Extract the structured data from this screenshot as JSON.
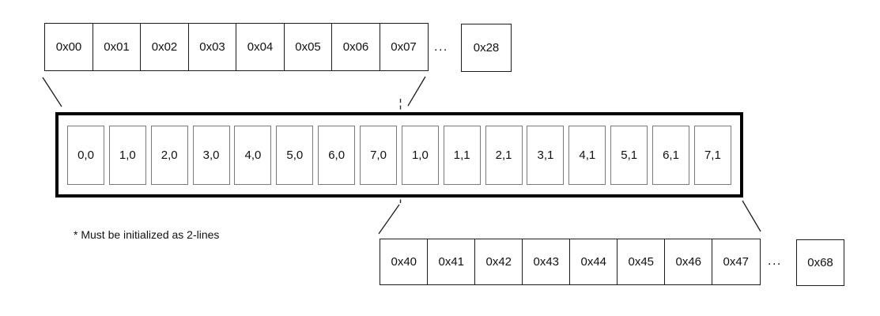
{
  "top_address_row": {
    "cells": [
      "0x00",
      "0x01",
      "0x02",
      "0x03",
      "0x04",
      "0x05",
      "0x06",
      "0x07"
    ],
    "ellipsis": "...",
    "end_cell": "0x28"
  },
  "ddram_box": {
    "cells": [
      "0,0",
      "1,0",
      "2,0",
      "3,0",
      "4,0",
      "5,0",
      "6,0",
      "7,0",
      "1,0",
      "1,1",
      "2,1",
      "3,1",
      "4,1",
      "5,1",
      "6,1",
      "7,1"
    ]
  },
  "bottom_address_row": {
    "cells": [
      "0x40",
      "0x41",
      "0x42",
      "0x43",
      "0x44",
      "0x45",
      "0x46",
      "0x47"
    ],
    "ellipsis": "...",
    "end_cell": "0x68"
  },
  "note": "* Must be initialized as 2-lines",
  "colors": {
    "background": "#ffffff",
    "thick_box_border": "#000000",
    "address_cell_border": "#1b1b1b",
    "inner_cell_border": "#7a7a7a",
    "line": "#1b1b1b",
    "text": "#111111"
  }
}
